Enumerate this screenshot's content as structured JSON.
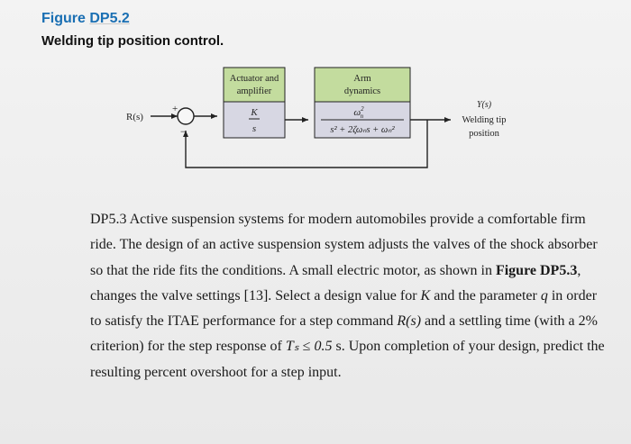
{
  "figure": {
    "label": "Figure",
    "number": "DP5.2",
    "caption": "Welding tip position control."
  },
  "diagram": {
    "input_label": "R(s)",
    "output_symbol": "Y(s)",
    "output_line1": "Welding tip",
    "output_line2": "position",
    "summing_plus": "+",
    "summing_minus": "−",
    "block1": {
      "title_line1": "Actuator and",
      "title_line2": "amplifier",
      "tf_num": "K",
      "tf_den": "s"
    },
    "block2": {
      "title_line1": "Arm",
      "title_line2": "dynamics",
      "tf_num": "ω",
      "tf_den_text": "s² + 2ζωₙs + ωₙ²"
    },
    "colors": {
      "title_fill": "#c3dc9e",
      "block_fill": "#d7d7e3",
      "stroke": "#222222"
    }
  },
  "paragraph": {
    "lead": "DP5.3 Active suspension systems for modern automobiles provide a comfortable firm ride. The design of an active suspension system adjusts the valves of the shock absorber so that the ride fits the conditions. A small electric motor, as shown in ",
    "fig_ref": "Figure DP5.3",
    "mid1": ", changes the valve settings [13]. Select a design value for ",
    "sym_K": "K",
    "mid2": " and the parameter ",
    "sym_q": "q",
    "mid3": " in order to satisfy the ITAE performance for a step command ",
    "sym_R": "R(s)",
    "mid4": " and a settling time (with a 2% criterion) for the step response of ",
    "sym_Ts": "Tₛ ≤ 0.5",
    "mid5": " s. Upon completion of your design, predict the resulting percent overshoot for a step input."
  }
}
